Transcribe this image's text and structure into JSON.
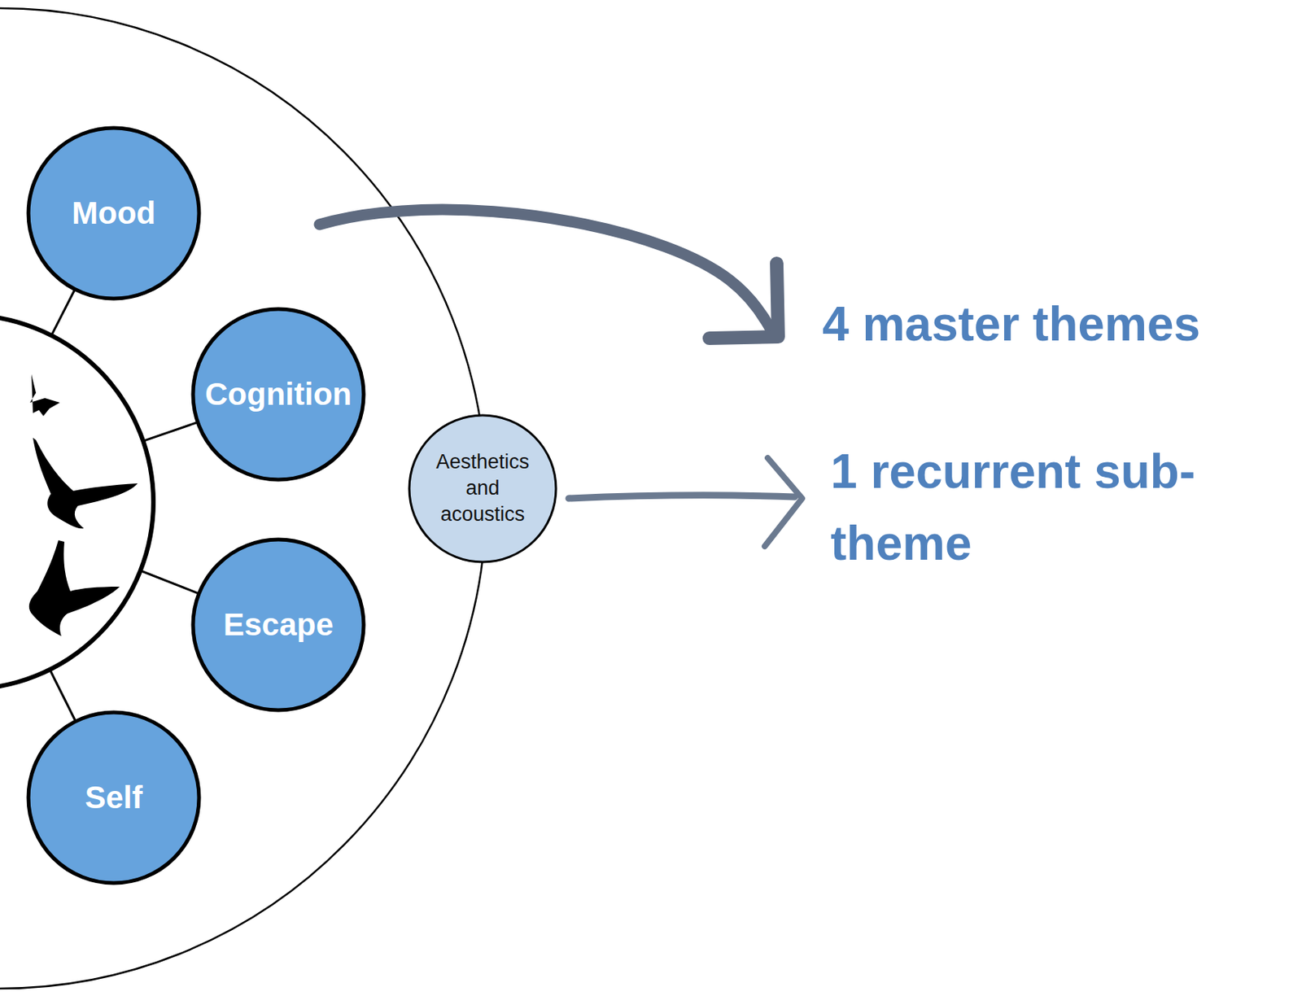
{
  "diagram": {
    "nodes": [
      {
        "text": [
          "Mood"
        ]
      },
      {
        "text": [
          "Cognition"
        ]
      },
      {
        "text": [
          "Escape"
        ]
      },
      {
        "text": [
          "Self"
        ]
      },
      {
        "text": [
          "Aesthetics and acoustics"
        ]
      }
    ],
    "labels": [
      "4 master themes",
      "1 recurrent sub-theme"
    ]
  }
}
